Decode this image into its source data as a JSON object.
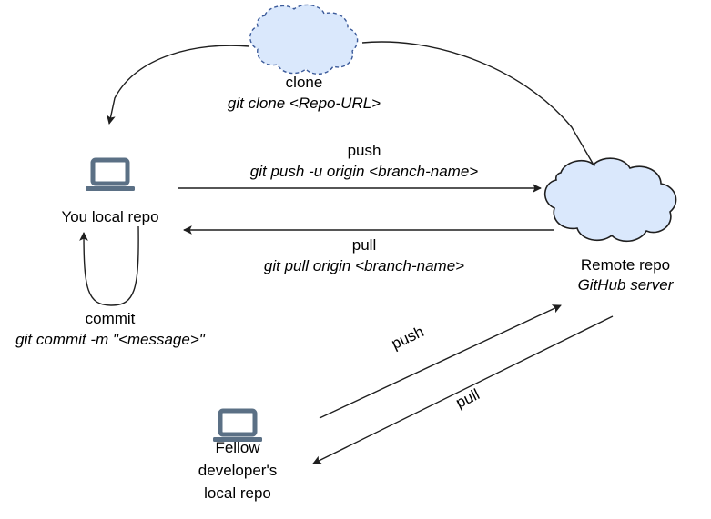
{
  "diagram": {
    "title": "Git workflow diagram",
    "colors": {
      "cloud_fill": "#dae8fc",
      "cloud_dashed_stroke": "#3b5a9a",
      "cloud_solid_stroke": "#1f1f1f",
      "laptop": "#5b7085",
      "edge": "#1f1f1f",
      "background": "#ffffff",
      "text": "#000000"
    },
    "nodes": {
      "clone_cloud": {
        "name": "clone-cloud",
        "style": "dashed"
      },
      "remote_cloud": {
        "name": "remote-cloud",
        "style": "solid"
      },
      "local_laptop": {
        "name": "local-repo-laptop"
      },
      "fellow_laptop": {
        "name": "fellow-developer-laptop"
      }
    },
    "labels": {
      "clone": "clone",
      "clone_cmd": "git clone <Repo-URL>",
      "push": "push",
      "push_cmd": "git push -u origin <branch-name>",
      "pull": "pull",
      "pull_cmd": "git pull origin <branch-name>",
      "commit": "commit",
      "commit_cmd": "git commit -m \"<message>\"",
      "local_repo": "You local repo",
      "remote_repo": "Remote repo",
      "remote_repo_sub": "GitHub server",
      "fellow_repo_line1": "Fellow",
      "fellow_repo_line2": "developer's",
      "fellow_repo_line3": "local repo",
      "diag_push": "push",
      "diag_pull": "pull"
    },
    "edges": [
      {
        "name": "clone-edge",
        "from": "clone-cloud",
        "to": "local-repo-laptop",
        "label": "clone",
        "arrow": "to-local"
      },
      {
        "name": "clone-source-edge",
        "from": "remote-cloud",
        "to": "clone-cloud",
        "arrow": "none"
      },
      {
        "name": "push-edge",
        "from": "local-repo-laptop",
        "to": "remote-cloud",
        "label": "push",
        "arrow": "to-remote"
      },
      {
        "name": "pull-edge",
        "from": "remote-cloud",
        "to": "local-repo-laptop",
        "label": "pull",
        "arrow": "to-local"
      },
      {
        "name": "commit-loop-edge",
        "from": "local-repo-laptop",
        "to": "local-repo-laptop",
        "label": "commit",
        "arrow": "self-loop"
      },
      {
        "name": "fellow-push-edge",
        "from": "fellow-developer-laptop",
        "to": "remote-cloud",
        "label": "push",
        "arrow": "to-remote"
      },
      {
        "name": "fellow-pull-edge",
        "from": "remote-cloud",
        "to": "fellow-developer-laptop",
        "label": "pull",
        "arrow": "to-fellow"
      }
    ]
  }
}
